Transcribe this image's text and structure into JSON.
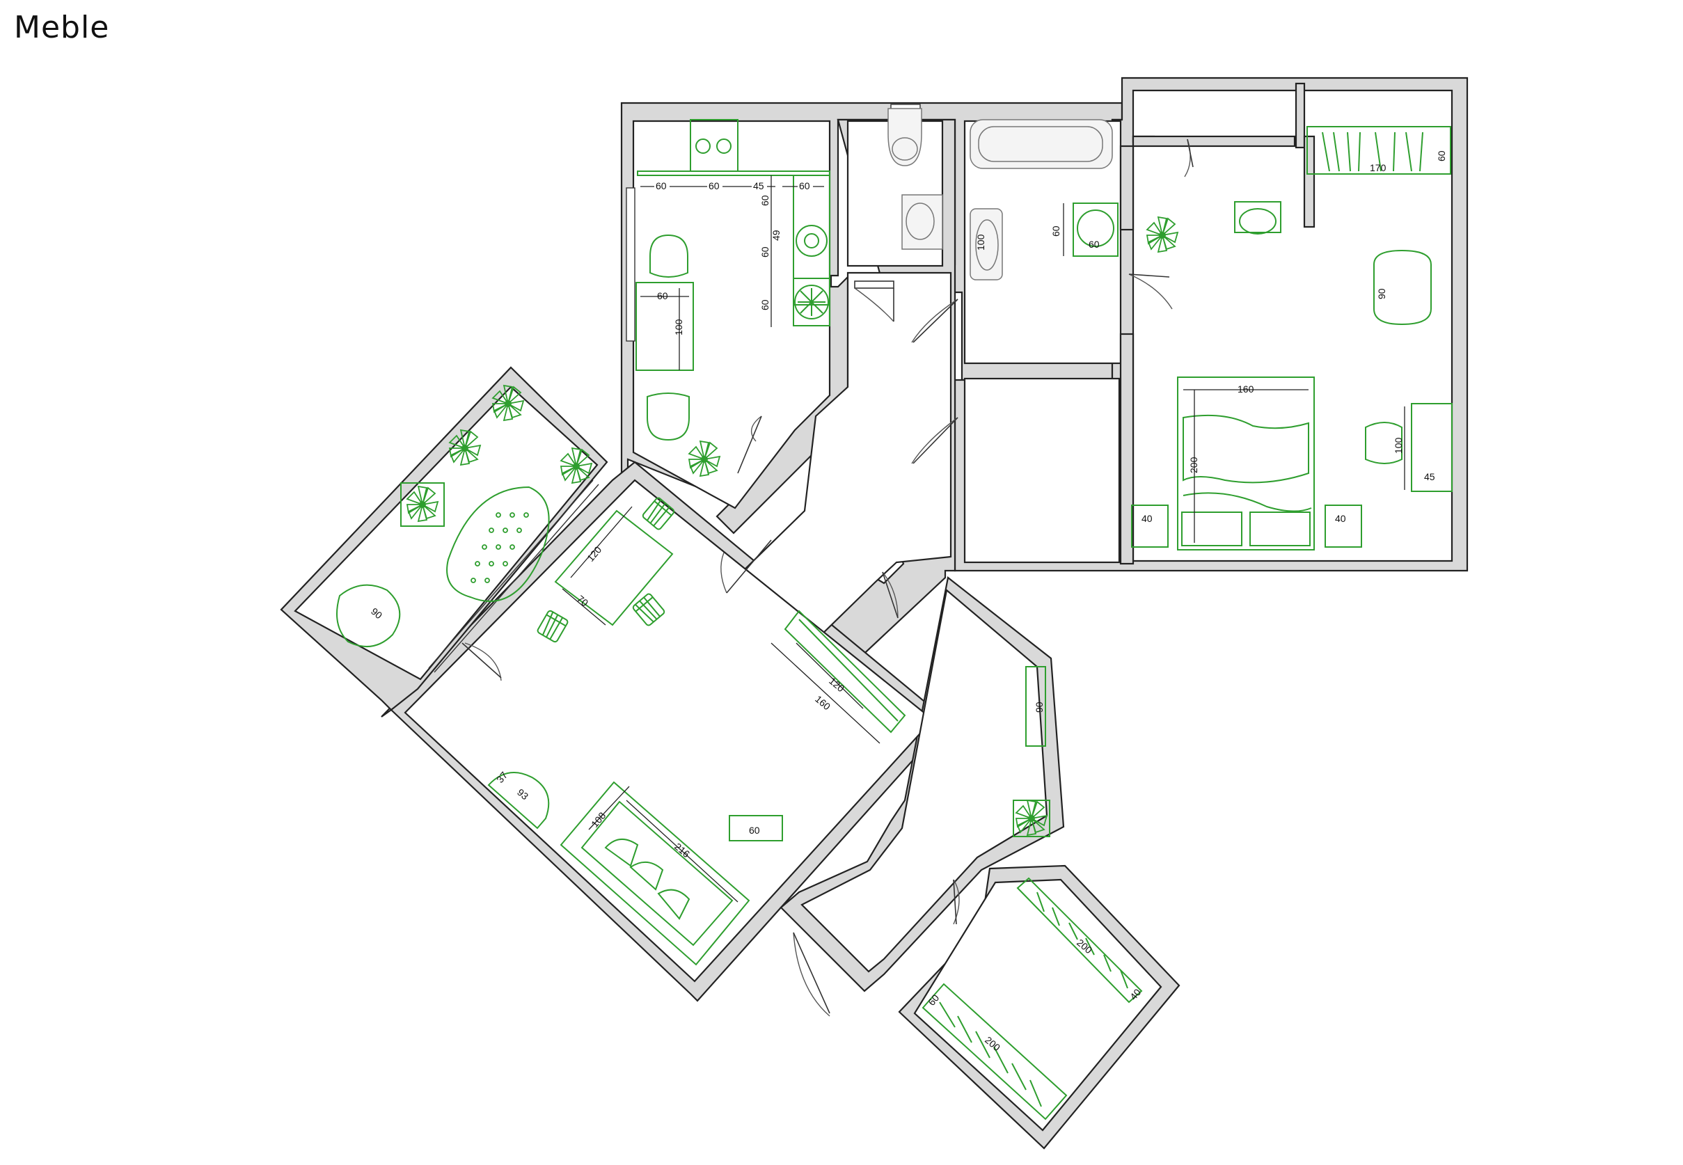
{
  "title": "Meble",
  "colors": {
    "furniture": "#2e9e2e",
    "wall_fill": "#d9d9d9",
    "wall_stroke": "#222222"
  },
  "dimensions": {
    "kitchen_1": "60",
    "kitchen_2": "60",
    "kitchen_3": "45",
    "kitchen_4": "60",
    "kitchen_side_1": "60",
    "kitchen_side_2": "49",
    "kitchen_side_3": "60",
    "kitchen_side_4": "60",
    "kitchen_table_w": "60",
    "kitchen_table_h": "100",
    "bath_sink": "100",
    "hall_cab_h": "60",
    "hall_cab_w": "60",
    "wardrobe_w": "170",
    "wardrobe_d": "60",
    "armchair": "90",
    "bed_w": "160",
    "bed_l": "200",
    "nightstand_l": "40",
    "nightstand_r": "40",
    "desk_h": "100",
    "desk_w": "45",
    "dining_l": "120",
    "dining_w": "70",
    "tv_inner": "120",
    "tv_outer": "160",
    "balcony_chair": "90",
    "side_a": "37",
    "side_b": "93",
    "sofa_d": "108",
    "sofa_w": "216",
    "coffee": "60",
    "corridor_cab": "90",
    "bed2_l": "200",
    "bed2_d": "40",
    "bed3_d": "60",
    "bed3_l": "200"
  }
}
